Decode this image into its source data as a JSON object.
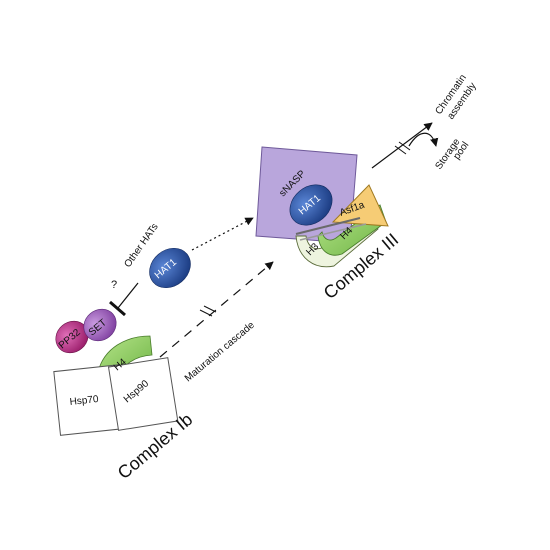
{
  "proteins": {
    "hsp70": "Hsp70",
    "hsp90": "Hsp90",
    "h4_ib": "H4",
    "pp32": "PP32",
    "set": "SET",
    "hat1_free": "HAT1",
    "snasp": "sNASP",
    "hat1_complex": "HAT1",
    "asf1a": "Asf1a",
    "h3": "H3",
    "h4_iii": "H4"
  },
  "labels": {
    "question": "?",
    "other_hats": "Other HATs",
    "maturation": "Maturation cascade",
    "complex_ib": "Complex Ib",
    "complex_iii": "Complex III",
    "chromatin_line1": "Chromatin",
    "chromatin_line2": "assembly",
    "storage_line1": "Storage",
    "storage_line2": "pool"
  },
  "colors": {
    "hat1": "#2b55a8",
    "snasp": "#b9a6dc",
    "pp32": "#c23a8f",
    "set": "#a763c0",
    "h4": "#8fcf5f",
    "h3": "#eef4df",
    "asf1a": "#f6cc75",
    "hsp": "#ffffff"
  }
}
